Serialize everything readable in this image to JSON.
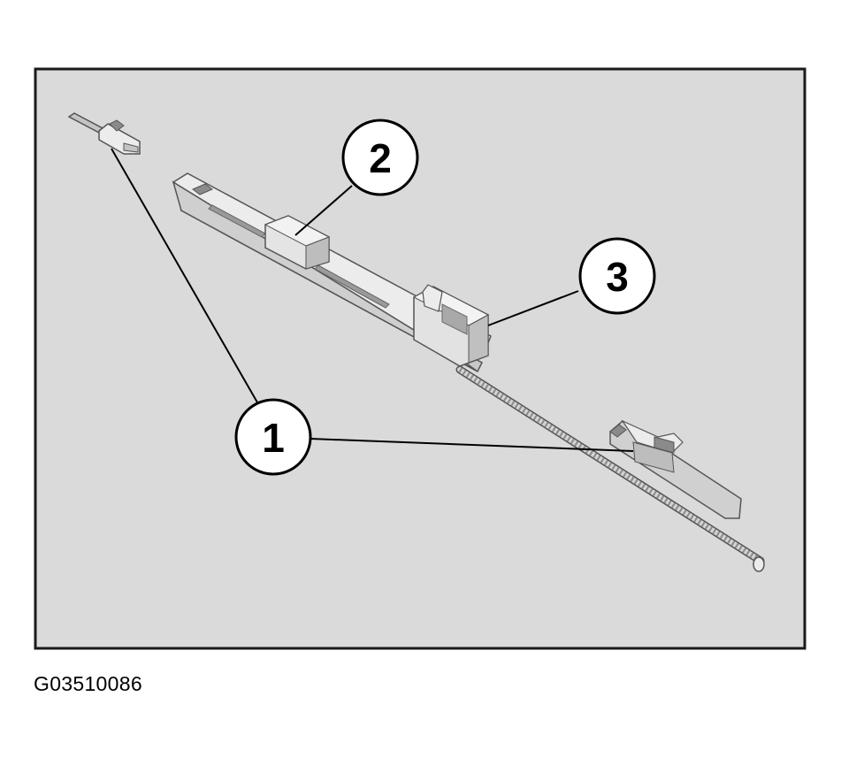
{
  "figure": {
    "code": "G03510086",
    "colors": {
      "panel_fill": "#dadada",
      "panel_border": "#1a1a1a",
      "part_light": "#ececec",
      "part_mid": "#c4c4c4",
      "part_dark": "#8a8a8a",
      "outline": "#555555"
    }
  },
  "callouts": [
    {
      "id": "callout-1",
      "label": "1"
    },
    {
      "id": "callout-2",
      "label": "2"
    },
    {
      "id": "callout-3",
      "label": "3"
    }
  ]
}
